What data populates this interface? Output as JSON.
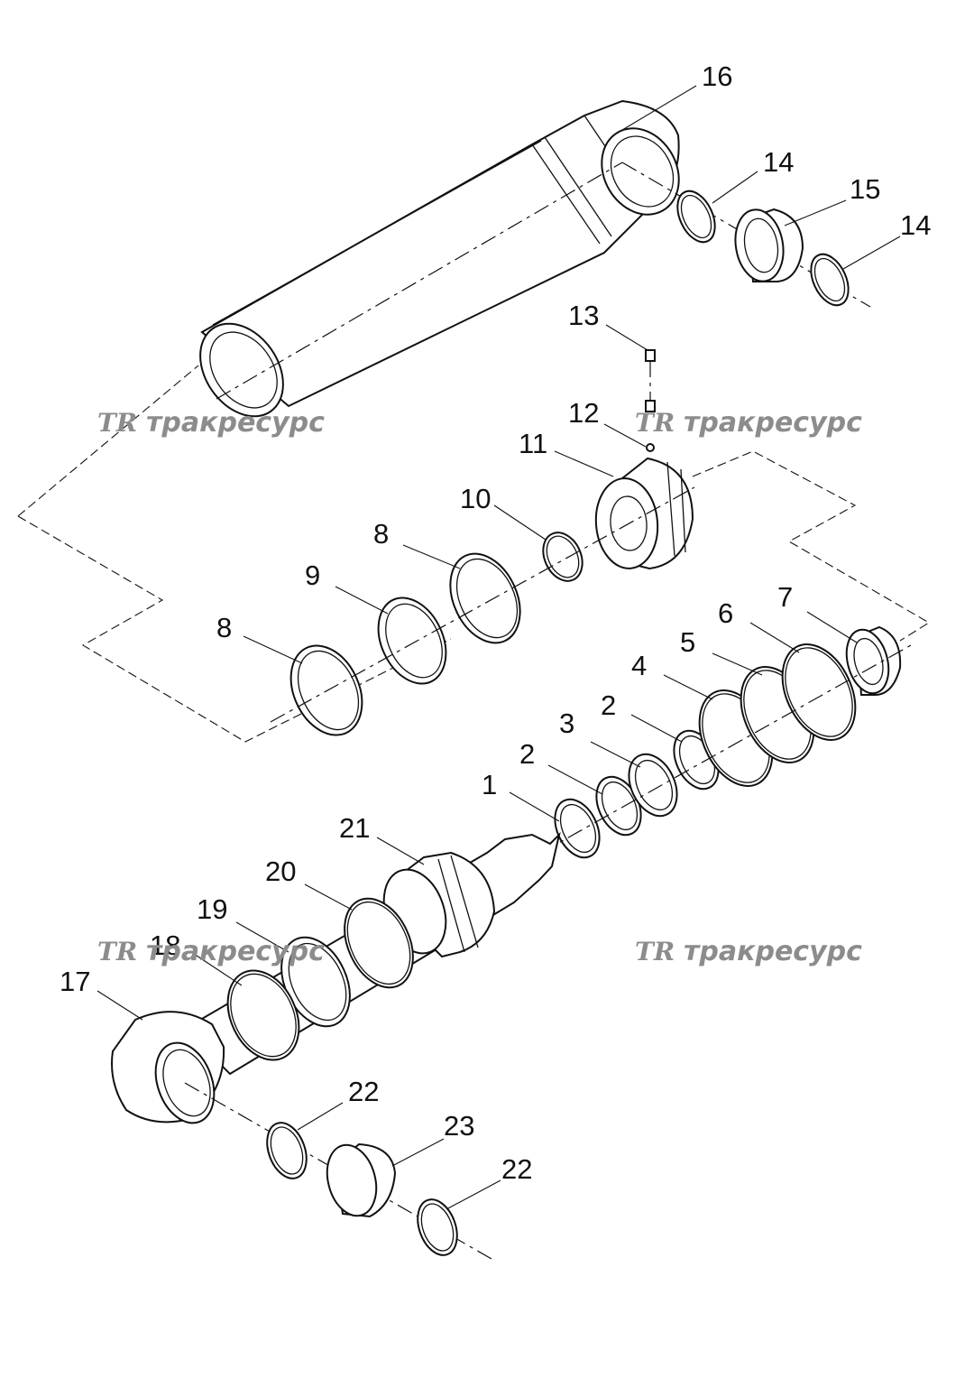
{
  "watermark": {
    "logo": "TR",
    "text": "тракресурс"
  },
  "callouts": {
    "c1": "1",
    "c2a": "2",
    "c2b": "2",
    "c3": "3",
    "c4": "4",
    "c5": "5",
    "c6": "6",
    "c7": "7",
    "c8a": "8",
    "c8b": "8",
    "c9": "9",
    "c10": "10",
    "c11": "11",
    "c12": "12",
    "c13": "13",
    "c14a": "14",
    "c14b": "14",
    "c15": "15",
    "c16": "16",
    "c17": "17",
    "c18": "18",
    "c19": "19",
    "c20": "20",
    "c21": "21",
    "c22a": "22",
    "c22b": "22",
    "c23": "23"
  },
  "colors": {
    "line": "#111111",
    "watermark": "#8c8c8c",
    "background": "#ffffff"
  }
}
